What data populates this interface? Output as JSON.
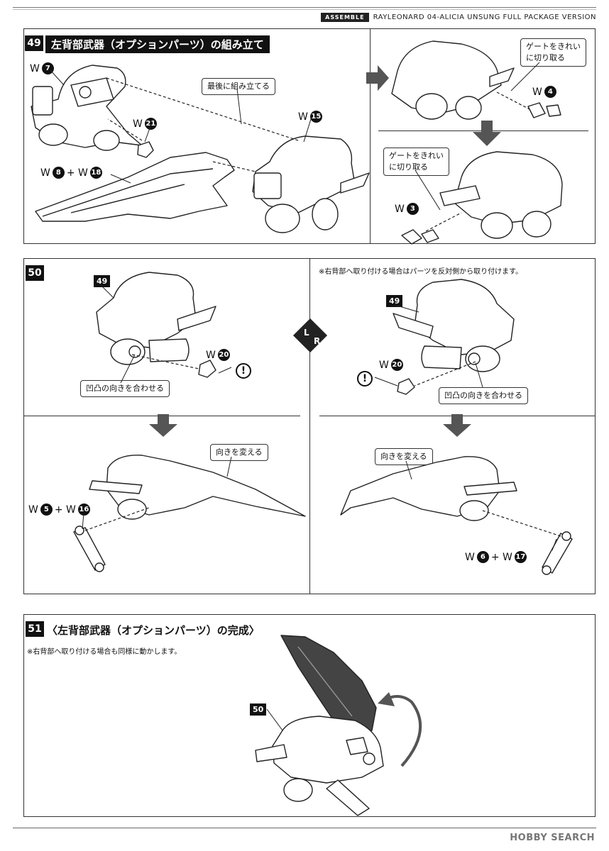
{
  "header": {
    "tag": "ASSEMBLE",
    "title": "RAYLEONARD 04-ALICIA UNSUNG FULL PACKAGE VERSION"
  },
  "step49": {
    "number": "49",
    "title": "左背部武器（オプションパーツ）の組み立て",
    "callout_last": "最後に組み立てる",
    "gate_line1": "ゲートをきれい",
    "gate_line2": "に切り取る",
    "parts": {
      "w7": {
        "prefix": "W",
        "num": "7"
      },
      "w21": {
        "prefix": "W",
        "num": "21"
      },
      "w8_18": {
        "prefix": "W",
        "num": "8",
        "join": "+ W",
        "num2": "18"
      },
      "w15": {
        "prefix": "W",
        "num": "15"
      },
      "w4": {
        "prefix": "W",
        "num": "4"
      },
      "w3": {
        "prefix": "W",
        "num": "3"
      }
    }
  },
  "step50": {
    "number": "50",
    "note": "※右背部へ取り付ける場合はパーツを反対側から取り付けます。",
    "ref": "49",
    "align_label": "凹凸の向きを合わせる",
    "turn_label": "向きを変える",
    "lr_l": "L",
    "lr_r": "R",
    "warn": "!",
    "parts": {
      "w20": {
        "prefix": "W",
        "num": "20"
      },
      "w5_16": {
        "prefix": "W",
        "num": "5",
        "join": "+ W",
        "num2": "16"
      },
      "w6_17": {
        "prefix": "W",
        "num": "6",
        "join": "+ W",
        "num2": "17"
      }
    }
  },
  "step51": {
    "number": "51",
    "title": "〈左背部武器（オプションパーツ）の完成〉",
    "note": "※右背部へ取り付ける場合も同様に動かします。",
    "ref": "50"
  },
  "footer": {
    "brand": "HOBBY SEARCH"
  }
}
